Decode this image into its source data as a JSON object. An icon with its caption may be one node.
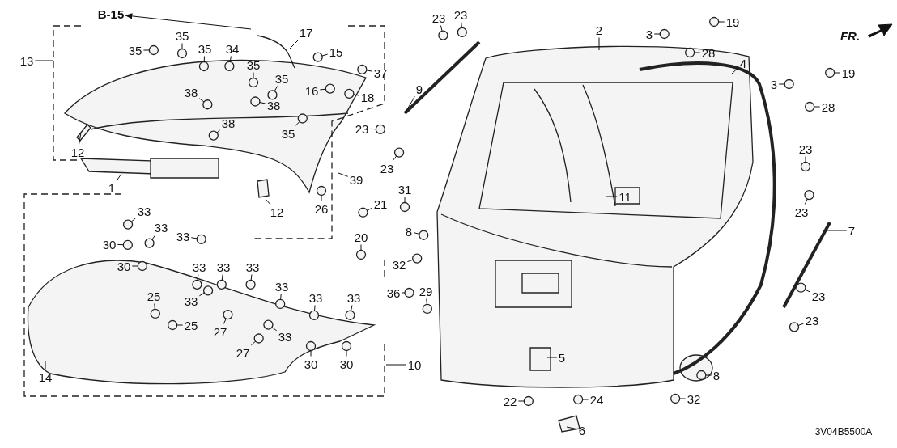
{
  "diagram": {
    "nodes": [
      {
        "text": [
          "B-15"
        ]
      },
      {
        "text": [
          "23"
        ]
      },
      {
        "text": [
          "23"
        ]
      },
      {
        "text": [
          "2"
        ]
      },
      {
        "text": [
          "19"
        ]
      },
      {
        "text": [
          "3"
        ]
      },
      {
        "text": [
          "17"
        ]
      },
      {
        "text": [
          "13"
        ]
      },
      {
        "text": [
          "35"
        ]
      },
      {
        "text": [
          "35"
        ]
      },
      {
        "text": [
          "35"
        ]
      },
      {
        "text": [
          "34"
        ]
      },
      {
        "text": [
          "15"
        ]
      },
      {
        "text": [
          "28"
        ]
      },
      {
        "text": [
          "4"
        ]
      },
      {
        "text": [
          "35"
        ]
      },
      {
        "text": [
          "35"
        ]
      },
      {
        "text": [
          "16"
        ]
      },
      {
        "text": [
          "37"
        ]
      },
      {
        "text": [
          "3"
        ]
      },
      {
        "text": [
          "19"
        ]
      },
      {
        "text": [
          "9"
        ]
      },
      {
        "text": [
          "38"
        ]
      },
      {
        "text": [
          "38"
        ]
      },
      {
        "text": [
          "38"
        ]
      },
      {
        "text": [
          "18"
        ]
      },
      {
        "text": [
          "28"
        ]
      },
      {
        "text": [
          "35"
        ]
      },
      {
        "text": [
          "12"
        ]
      },
      {
        "text": [
          "23"
        ]
      },
      {
        "text": [
          "23"
        ]
      },
      {
        "text": [
          "23"
        ]
      },
      {
        "text": [
          "39"
        ]
      },
      {
        "text": [
          "1"
        ]
      },
      {
        "text": [
          "11"
        ]
      },
      {
        "text": [
          "31"
        ]
      },
      {
        "text": [
          "21"
        ]
      },
      {
        "text": [
          "26"
        ]
      },
      {
        "text": [
          "12"
        ]
      },
      {
        "text": [
          "23"
        ]
      },
      {
        "text": [
          "33"
        ]
      },
      {
        "text": [
          "33"
        ]
      },
      {
        "text": [
          "7"
        ]
      },
      {
        "text": [
          "30"
        ]
      },
      {
        "text": [
          "33"
        ]
      },
      {
        "text": [
          "20"
        ]
      },
      {
        "text": [
          "8"
        ]
      },
      {
        "text": [
          "30"
        ]
      },
      {
        "text": [
          "33"
        ]
      },
      {
        "text": [
          "33"
        ]
      },
      {
        "text": [
          "33"
        ]
      },
      {
        "text": [
          "32"
        ]
      },
      {
        "text": [
          "33"
        ]
      },
      {
        "text": [
          "33"
        ]
      },
      {
        "text": [
          "33"
        ]
      },
      {
        "text": [
          "36"
        ]
      },
      {
        "text": [
          "29"
        ]
      },
      {
        "text": [
          "25"
        ]
      },
      {
        "text": [
          "33"
        ]
      },
      {
        "text": [
          "27"
        ]
      },
      {
        "text": [
          "33"
        ]
      },
      {
        "text": [
          "23"
        ]
      },
      {
        "text": [
          "23"
        ]
      },
      {
        "text": [
          "25"
        ]
      },
      {
        "text": [
          "27"
        ]
      },
      {
        "text": [
          "30"
        ]
      },
      {
        "text": [
          "30"
        ]
      },
      {
        "text": [
          "14"
        ]
      },
      {
        "text": [
          "10"
        ]
      },
      {
        "text": [
          "5"
        ]
      },
      {
        "text": [
          "8"
        ]
      },
      {
        "text": [
          "22"
        ]
      },
      {
        "text": [
          "24"
        ]
      },
      {
        "text": [
          "32"
        ]
      },
      {
        "text": [
          "6"
        ]
      }
    ],
    "edges": [
      {
        "from": null,
        "to": 0,
        "arrow": "to"
      },
      {
        "from": 1,
        "to": null,
        "arrow": "none"
      },
      {
        "from": 2,
        "to": null,
        "arrow": "none"
      },
      {
        "from": 3,
        "to": null,
        "arrow": "none"
      },
      {
        "from": 4,
        "to": null,
        "arrow": "none"
      },
      {
        "from": 5,
        "to": null,
        "arrow": "none"
      },
      {
        "from": 6,
        "to": null,
        "arrow": "none"
      },
      {
        "from": 7,
        "to": null,
        "arrow": "none"
      },
      {
        "from": 8,
        "to": null,
        "arrow": "none"
      },
      {
        "from": 9,
        "to": null,
        "arrow": "none"
      },
      {
        "from": 10,
        "to": null,
        "arrow": "none"
      },
      {
        "from": 11,
        "to": null,
        "arrow": "none"
      },
      {
        "from": 12,
        "to": null,
        "arrow": "none"
      },
      {
        "from": 13,
        "to": null,
        "arrow": "none"
      },
      {
        "from": 14,
        "to": null,
        "arrow": "none"
      },
      {
        "from": 15,
        "to": null,
        "arrow": "none"
      },
      {
        "from": 16,
        "to": null,
        "arrow": "none"
      },
      {
        "from": 17,
        "to": null,
        "arrow": "none"
      },
      {
        "from": 18,
        "to": null,
        "arrow": "none"
      },
      {
        "from": 19,
        "to": null,
        "arrow": "none"
      },
      {
        "from": 20,
        "to": null,
        "arrow": "none"
      },
      {
        "from": 21,
        "to": null,
        "arrow": "none"
      },
      {
        "from": 22,
        "to": null,
        "arrow": "none"
      },
      {
        "from": 23,
        "to": null,
        "arrow": "none"
      },
      {
        "from": 24,
        "to": null,
        "arrow": "none"
      },
      {
        "from": 25,
        "to": null,
        "arrow": "none"
      },
      {
        "from": 26,
        "to": null,
        "arrow": "none"
      },
      {
        "from": 27,
        "to": null,
        "arrow": "none"
      },
      {
        "from": 28,
        "to": null,
        "arrow": "none"
      },
      {
        "from": 29,
        "to": null,
        "arrow": "none"
      },
      {
        "from": 30,
        "to": null,
        "arrow": "none"
      },
      {
        "from": 31,
        "to": null,
        "arrow": "none"
      },
      {
        "from": 32,
        "to": null,
        "arrow": "none"
      },
      {
        "from": 33,
        "to": null,
        "arrow": "none"
      },
      {
        "from": 34,
        "to": null,
        "arrow": "none"
      },
      {
        "from": 35,
        "to": null,
        "arrow": "none"
      },
      {
        "from": 36,
        "to": null,
        "arrow": "none"
      },
      {
        "from": 37,
        "to": null,
        "arrow": "none"
      },
      {
        "from": 38,
        "to": null,
        "arrow": "none"
      },
      {
        "from": 39,
        "to": null,
        "arrow": "none"
      },
      {
        "from": 40,
        "to": null,
        "arrow": "none"
      },
      {
        "from": 41,
        "to": null,
        "arrow": "none"
      },
      {
        "from": 42,
        "to": null,
        "arrow": "none"
      },
      {
        "from": 43,
        "to": null,
        "arrow": "none"
      },
      {
        "from": 44,
        "to": null,
        "arrow": "none"
      },
      {
        "from": 45,
        "to": null,
        "arrow": "none"
      },
      {
        "from": 46,
        "to": null,
        "arrow": "none"
      },
      {
        "from": 47,
        "to": null,
        "arrow": "none"
      },
      {
        "from": 48,
        "to": null,
        "arrow": "none"
      },
      {
        "from": 49,
        "to": null,
        "arrow": "none"
      },
      {
        "from": 50,
        "to": null,
        "arrow": "none"
      },
      {
        "from": 51,
        "to": null,
        "arrow": "none"
      },
      {
        "from": 52,
        "to": null,
        "arrow": "none"
      },
      {
        "from": 53,
        "to": null,
        "arrow": "none"
      },
      {
        "from": 54,
        "to": null,
        "arrow": "none"
      },
      {
        "from": 55,
        "to": null,
        "arrow": "none"
      },
      {
        "from": 56,
        "to": null,
        "arrow": "none"
      },
      {
        "from": 57,
        "to": null,
        "arrow": "none"
      },
      {
        "from": 58,
        "to": null,
        "arrow": "none"
      },
      {
        "from": 59,
        "to": null,
        "arrow": "none"
      },
      {
        "from": 60,
        "to": null,
        "arrow": "none"
      },
      {
        "from": 61,
        "to": null,
        "arrow": "none"
      },
      {
        "from": 62,
        "to": null,
        "arrow": "none"
      },
      {
        "from": 63,
        "to": null,
        "arrow": "none"
      },
      {
        "from": 64,
        "to": null,
        "arrow": "none"
      },
      {
        "from": 65,
        "to": null,
        "arrow": "none"
      },
      {
        "from": 66,
        "to": null,
        "arrow": "none"
      },
      {
        "from": 67,
        "to": null,
        "arrow": "none"
      },
      {
        "from": 68,
        "to": null,
        "arrow": "none"
      },
      {
        "from": 69,
        "to": null,
        "arrow": "none"
      },
      {
        "from": 70,
        "to": null,
        "arrow": "none"
      },
      {
        "from": 71,
        "to": null,
        "arrow": "none"
      },
      {
        "from": 72,
        "to": null,
        "arrow": "none"
      },
      {
        "from": 73,
        "to": null,
        "arrow": "none"
      },
      {
        "from": 74,
        "to": null,
        "arrow": "none"
      }
    ],
    "labels": [
      "FR.",
      "3V04B5500A"
    ]
  }
}
